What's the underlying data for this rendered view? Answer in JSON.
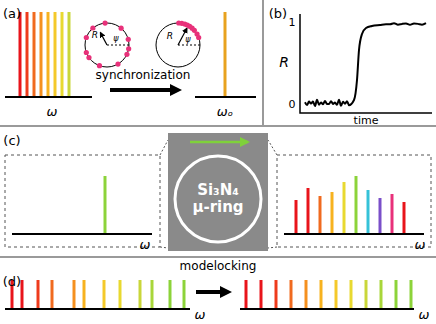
{
  "diagram": {
    "nodes": [
      {
        "text": [
          "Si₃N₄ μ-ring"
        ]
      }
    ],
    "labels": [
      "(a)",
      "R",
      "ψ",
      "R",
      "ψ",
      "ω",
      "synchronization",
      "ωₒ",
      "(b)",
      "R",
      "1",
      "0",
      "time",
      "(c)",
      "ω",
      "ω",
      "modelocking",
      "(d)",
      "ω",
      "ω"
    ]
  }
}
